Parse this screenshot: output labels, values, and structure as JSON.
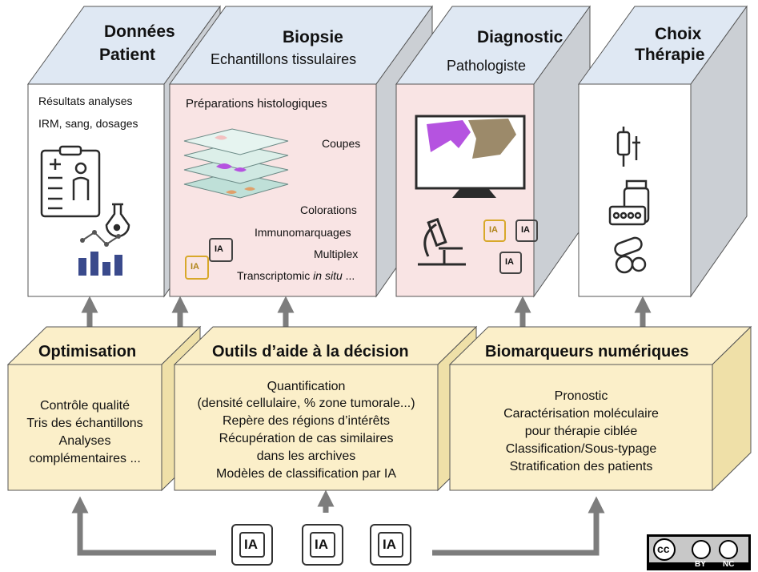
{
  "top_boxes": [
    {
      "title_line1": "Données",
      "title_line2": "Patient",
      "items": [
        "Résultats analyses",
        "IRM, sang, dosages"
      ]
    },
    {
      "title": "Biopsie",
      "subtitle": "Echantillons tissulaires",
      "header": "Préparations histologiques",
      "items": [
        "Coupes",
        "Colorations",
        "Immunomarquages",
        "Multiplex"
      ],
      "last_item": {
        "prefix": "Transcriptomic ",
        "italic": "in situ",
        "suffix": " ..."
      },
      "ai_label": "IA"
    },
    {
      "title": "Diagnostic",
      "subtitle": "Pathologiste",
      "ai_label": "IA"
    },
    {
      "title_line1": "Choix",
      "title_line2": "Thérapie"
    }
  ],
  "bottom_boxes": [
    {
      "title": "Optimisation",
      "lines": [
        "Contrôle qualité",
        "Tris des échantillons",
        "Analyses",
        "complémentaires ..."
      ]
    },
    {
      "title": "Outils d’aide à la décision",
      "lines": [
        "Quantification",
        "(densité cellulaire, % zone tumorale...)",
        "Repère des régions d’intérêts",
        "Récupération de cas similaires",
        "dans les archives",
        "Modèles de classification par IA"
      ]
    },
    {
      "title": "Biomarqueurs numériques",
      "lines": [
        "Pronostic",
        "Caractérisation moléculaire",
        "pour  thérapie ciblée",
        "Classification/Sous-typage",
        "Stratification des patients"
      ]
    }
  ],
  "ai_chips": [
    "IA",
    "IA",
    "IA"
  ],
  "license": {
    "by": "BY",
    "nc": "NC",
    "cc": "cc"
  },
  "colors": {
    "top_face": "#dfe8f3",
    "side_face": "#cbcfd4",
    "front_white": "#ffffff",
    "front_pink": "#f9e4e4",
    "yellow_front": "#fbefc9",
    "yellow_side": "#efe0a8",
    "arrow": "#7d7d7d",
    "purple": "#b553e0",
    "gold": "#d8a82a"
  }
}
